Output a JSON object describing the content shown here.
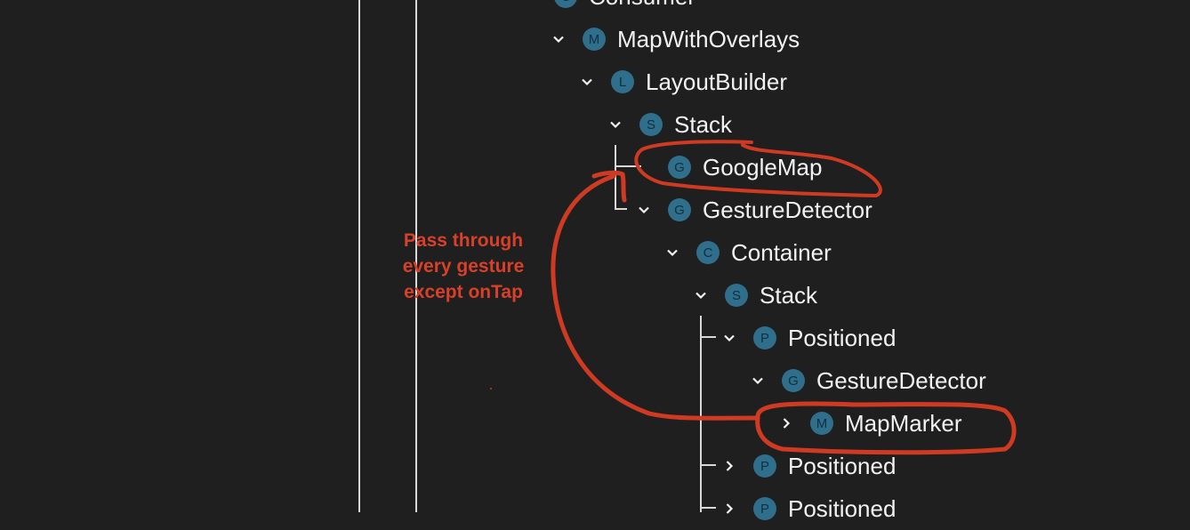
{
  "tree": [
    {
      "label": "Consumer",
      "badge": "C",
      "level": 0,
      "expander": "expanded"
    },
    {
      "label": "MapWithOverlays",
      "badge": "M",
      "level": 1,
      "expander": "expanded"
    },
    {
      "label": "LayoutBuilder",
      "badge": "L",
      "level": 2,
      "expander": "expanded"
    },
    {
      "label": "Stack",
      "badge": "S",
      "level": 3,
      "expander": "expanded"
    },
    {
      "label": "GoogleMap",
      "badge": "G",
      "level": 4,
      "expander": "none"
    },
    {
      "label": "GestureDetector",
      "badge": "G",
      "level": 4,
      "expander": "expanded"
    },
    {
      "label": "Container",
      "badge": "C",
      "level": 5,
      "expander": "expanded"
    },
    {
      "label": "Stack",
      "badge": "S",
      "level": 6,
      "expander": "expanded"
    },
    {
      "label": "Positioned",
      "badge": "P",
      "level": 7,
      "expander": "expanded"
    },
    {
      "label": "GestureDetector",
      "badge": "G",
      "level": 8,
      "expander": "expanded"
    },
    {
      "label": "MapMarker",
      "badge": "M",
      "level": 9,
      "expander": "collapsed"
    },
    {
      "label": "Positioned",
      "badge": "P",
      "level": 7,
      "expander": "collapsed"
    },
    {
      "label": "Positioned",
      "badge": "P",
      "level": 7,
      "expander": "collapsed"
    }
  ],
  "annotation": {
    "lines": [
      "Pass through",
      "every gesture",
      "except onTap"
    ],
    "color": "#d8402a"
  }
}
